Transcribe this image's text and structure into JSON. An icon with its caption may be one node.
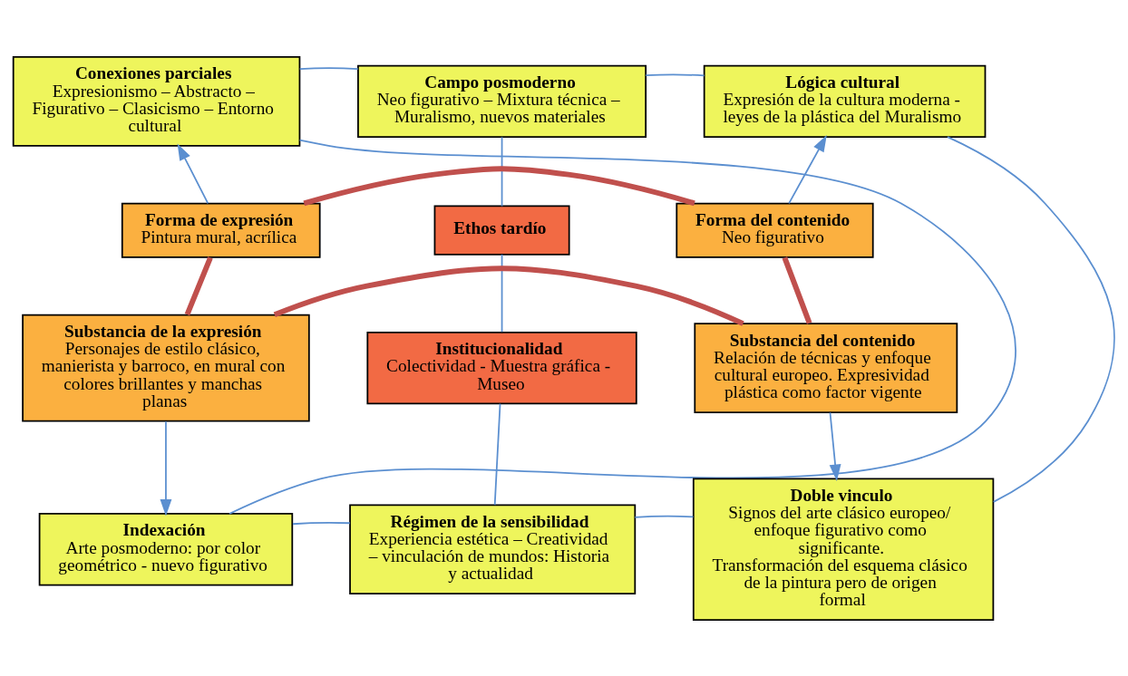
{
  "diagram": {
    "nodes": [
      {
        "text": [
          "Conexiones parciales",
          "Expresionismo – Abstracto – Figurativo – Clasicismo – Entorno cultural"
        ]
      },
      {
        "text": [
          "Campo posmoderno",
          "Neo figurativo – Mixtura técnica – Muralismo, nuevos materiales"
        ]
      },
      {
        "text": [
          "Lógica cultural",
          "Expresión de la cultura moderna - leyes de la plástica del Muralismo"
        ]
      },
      {
        "text": [
          "Forma de expresión",
          "Pintura mural, acrílica"
        ]
      },
      {
        "text": [
          "Ethos tardío"
        ]
      },
      {
        "text": [
          "Forma del contenido",
          "Neo figurativo"
        ]
      },
      {
        "text": [
          "Substancia de la expresión",
          "Personajes de estilo clásico, manierista y barroco, en mural con colores brillantes y manchas planas"
        ]
      },
      {
        "text": [
          "Institucionalidad",
          "Colectividad - Muestra gráfica - Museo"
        ]
      },
      {
        "text": [
          "Substancia del contenido",
          "Relación de técnicas y enfoque cultural europeo. Expresividad plástica como factor vigente"
        ]
      },
      {
        "text": [
          "Indexación",
          "Arte posmoderno: por color geométrico - nuevo figurativo"
        ]
      },
      {
        "text": [
          "Régimen de la sensibilidad",
          "Experiencia estética – Creatividad – vinculación de mundos: Historia y actualidad"
        ]
      },
      {
        "text": [
          "Doble vinculo",
          "Signos del arte clásico europeo/ enfoque figurativo como significante.",
          "Transformación del esquema clásico de la pintura pero de origen formal"
        ]
      }
    ],
    "edges": [
      {
        "from": 3,
        "to": 0,
        "arrow": "to"
      },
      {
        "from": 5,
        "to": 2,
        "arrow": "to"
      },
      {
        "from": 0,
        "to": 1,
        "arrow": "none"
      },
      {
        "from": 1,
        "to": 2,
        "arrow": "none"
      },
      {
        "from": 1,
        "to": 4,
        "arrow": "none"
      },
      {
        "from": 3,
        "to": 5,
        "arrow": "none",
        "style": "thick",
        "color": "#c0504d"
      },
      {
        "from": 3,
        "to": 6,
        "arrow": "none",
        "style": "thick",
        "color": "#c0504d"
      },
      {
        "from": 5,
        "to": 8,
        "arrow": "none",
        "style": "thick",
        "color": "#c0504d"
      },
      {
        "from": 4,
        "to": 7,
        "arrow": "none"
      },
      {
        "from": 6,
        "to": 8,
        "arrow": "none",
        "style": "thick",
        "color": "#c0504d"
      },
      {
        "from": 6,
        "to": 9,
        "arrow": "to"
      },
      {
        "from": 8,
        "to": 11,
        "arrow": "to"
      },
      {
        "from": 7,
        "to": 10,
        "arrow": "none"
      },
      {
        "from": 9,
        "to": 10,
        "arrow": "none"
      },
      {
        "from": 10,
        "to": 11,
        "arrow": "none"
      },
      {
        "from": 0,
        "to": 9,
        "arrow": "none"
      },
      {
        "from": 2,
        "to": 11,
        "arrow": "none"
      }
    ]
  }
}
